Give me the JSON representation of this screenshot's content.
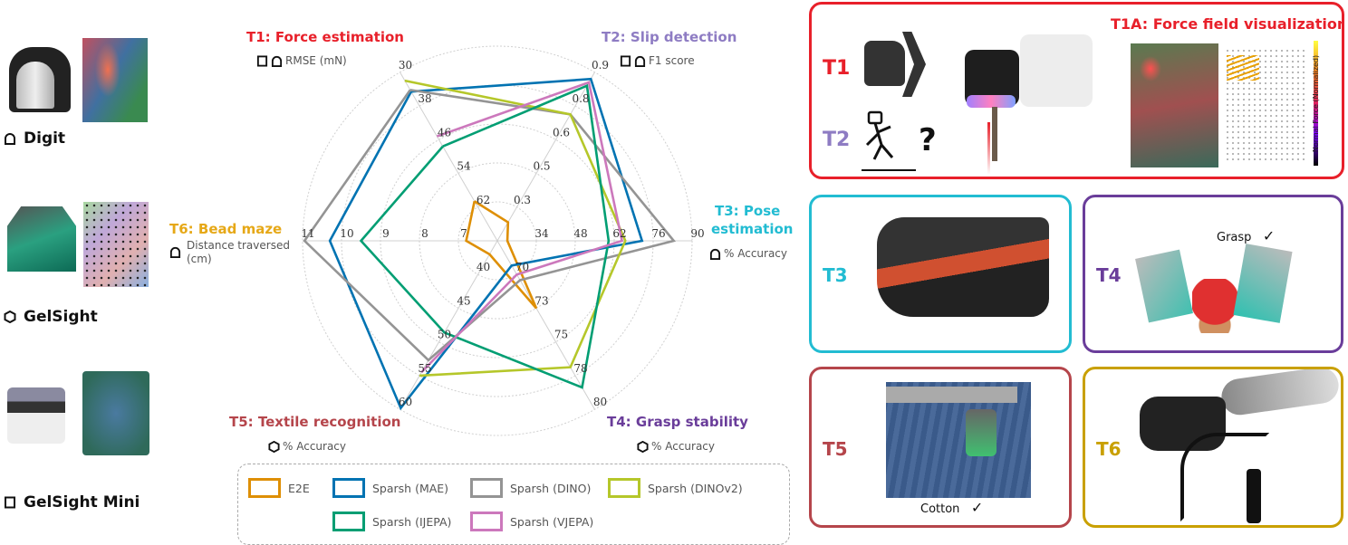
{
  "sensors": [
    {
      "name": "Digit",
      "icon": "digit-arch-icon"
    },
    {
      "name": "GelSight",
      "icon": "hexagon-icon"
    },
    {
      "name": "GelSight Mini",
      "icon": "square-icon"
    }
  ],
  "tasks": {
    "t1": {
      "title": "T1: Force estimation",
      "metric": "RMSE (mN)",
      "color": "#e8202a"
    },
    "t2": {
      "title": "T2: Slip detection",
      "metric": "F1 score",
      "color": "#8e7cc3"
    },
    "t3": {
      "title_line1": "T3: Pose",
      "title_line2": "estimation",
      "metric": "% Accuracy",
      "color": "#22bcd2"
    },
    "t4": {
      "title": "T4: Grasp stability",
      "metric": "% Accuracy",
      "color": "#6a3d9a"
    },
    "t5": {
      "title": "T5: Textile recognition",
      "metric": "% Accuracy",
      "color": "#b5454b"
    },
    "t6": {
      "title": "T6: Bead maze",
      "metric_line1": "Distance traversed",
      "metric_line2": "(cm)",
      "color": "#e6a817"
    }
  },
  "chart_data": {
    "type": "radar",
    "axes": [
      "T1: Force estimation",
      "T2: Slip detection",
      "T3: Pose estimation",
      "T4: Grasp stability",
      "T5: Textile recognition",
      "T6: Bead maze"
    ],
    "ticks": [
      [
        62,
        54,
        46,
        38,
        30
      ],
      [
        0.3,
        0.5,
        0.6,
        0.8,
        0.9
      ],
      [
        34,
        48,
        62,
        76,
        90
      ],
      [
        70,
        73,
        75,
        78,
        80
      ],
      [
        40,
        45,
        50,
        55,
        60
      ],
      [
        7,
        8,
        9,
        10,
        11
      ]
    ],
    "grid": true,
    "legend_position": "bottom",
    "series": [
      {
        "name": "E2E",
        "color": "#de8f05",
        "values": [
          60.6,
          0.21,
          23.6,
          73,
          37,
          6.8
        ]
      },
      {
        "name": "Sparsh (MAE)",
        "color": "#0173b2",
        "values": [
          34.6,
          0.88,
          72,
          69.2,
          59.8,
          10.3
        ]
      },
      {
        "name": "Sparsh (DINO)",
        "color": "#949494",
        "values": [
          34.2,
          0.75,
          83.4,
          70.5,
          52.7,
          10.95
        ]
      },
      {
        "name": "Sparsh (DINOv2)",
        "color": "#b5c72a",
        "values": [
          32,
          0.75,
          66,
          77.25,
          55,
          null
        ]
      },
      {
        "name": "Sparsh (IJEPA)",
        "color": "#029e73",
        "values": [
          47.6,
          0.86,
          60,
          78.7,
          48.6,
          9.5
        ]
      },
      {
        "name": "Sparsh (VJEPA)",
        "color": "#cc78bc",
        "values": [
          45.2,
          0.87,
          64.8,
          70,
          54.5,
          null
        ]
      }
    ]
  },
  "panels": {
    "t1": {
      "label1": "T1",
      "label2": "T2",
      "title": "T1A: Force field visualization",
      "colorbar_label": "Normal Force (Normalized)"
    },
    "t3": {
      "label": "T3"
    },
    "t4": {
      "label": "T4",
      "caption": "Grasp",
      "check": "✓"
    },
    "t5": {
      "label": "T5",
      "caption": "Cotton",
      "check": "✓"
    },
    "t6": {
      "label": "T6"
    }
  }
}
